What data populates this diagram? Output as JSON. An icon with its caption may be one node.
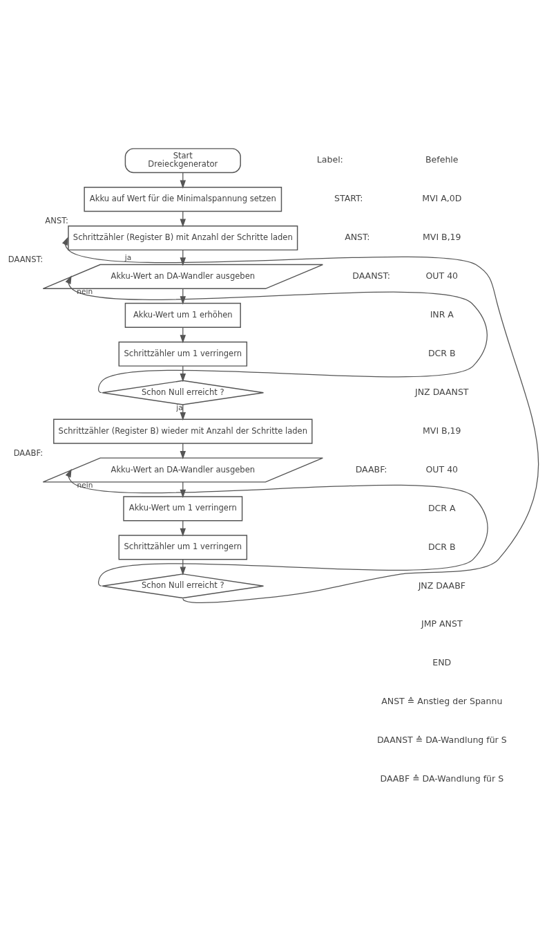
{
  "diagram": {
    "nodes": [
      {
        "text": [
          "Start",
          "Dreieckgenerator"
        ]
      },
      {
        "text": [
          "Akku auf Wert für die Minimalspannung setzen"
        ]
      },
      {
        "text": [
          "Schrittzähler (Register B) mit Anzahl der Schritte laden"
        ],
        "beside": [
          "ANST:"
        ]
      },
      {
        "text": [
          "Akku-Wert an DA-Wandler ausgeben"
        ],
        "beside": [
          "DAANST:"
        ]
      },
      {
        "text": [
          "Akku-Wert um 1 erhöhen"
        ]
      },
      {
        "text": [
          "Schrittzähler um 1 verringern"
        ]
      },
      {
        "text": [
          "Schon Null erreicht ?"
        ]
      },
      {
        "text": [
          "Schrittzähler (Register B) wieder mit Anzahl der Schritte laden"
        ]
      },
      {
        "text": [
          "Akku-Wert an DA-Wandler ausgeben"
        ],
        "beside": [
          "DAABF:"
        ]
      },
      {
        "text": [
          "Akku-Wert um 1 verringern"
        ]
      },
      {
        "text": [
          "Schrittzähler um 1 verringern"
        ]
      },
      {
        "text": [
          "Schon Null erreicht ?"
        ]
      }
    ],
    "edges": [
      {
        "from": 0,
        "to": 1,
        "arrow": "to"
      },
      {
        "from": 1,
        "to": 2,
        "arrow": "to"
      },
      {
        "from": 2,
        "to": 3,
        "arrow": "to"
      },
      {
        "from": 3,
        "to": 4,
        "arrow": "to"
      },
      {
        "from": 4,
        "to": 5,
        "arrow": "to"
      },
      {
        "from": 5,
        "to": 6,
        "arrow": "to"
      },
      {
        "from": 6,
        "to": 3,
        "arrow": "to",
        "label": "nein"
      },
      {
        "from": 6,
        "to": 7,
        "arrow": "to",
        "label": "ja"
      },
      {
        "from": 7,
        "to": 8,
        "arrow": "to"
      },
      {
        "from": 8,
        "to": 9,
        "arrow": "to"
      },
      {
        "from": 9,
        "to": 10,
        "arrow": "to"
      },
      {
        "from": 10,
        "to": 11,
        "arrow": "to"
      },
      {
        "from": 11,
        "to": 8,
        "arrow": "to",
        "label": "nein"
      },
      {
        "from": 11,
        "to": 2,
        "arrow": "to",
        "label": "ja"
      }
    ],
    "labels": [
      "Label:",
      "Befehle",
      "START:",
      "MVI A,0D",
      "ANST:",
      "MVI B,19",
      "DAANST:",
      "OUT 40",
      "INR A",
      "DCR B",
      "JNZ DAANST",
      "MVI B,19",
      "DAABF:",
      "OUT 40",
      "DCR A",
      "DCR B",
      "JNZ DAABF",
      "JMP ANST",
      "END",
      "ANST ≙ Anstieg der Spannu",
      "DAANST ≙ DA-Wandlung für S",
      "DAABF ≙ DA-Wandlung für S"
    ]
  }
}
